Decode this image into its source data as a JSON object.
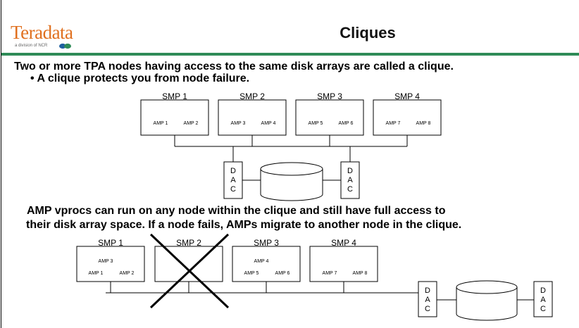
{
  "header": {
    "title": "Cliques",
    "logo_text": "Teradata",
    "logo_tagline": "a division of NCR"
  },
  "text": {
    "line1": "Two or more TPA nodes having access to the same disk arrays are called a clique.",
    "bullet1": "• A clique protects you from node failure.",
    "para1": "AMP vprocs can run on any node within the clique and still have full access to",
    "para2": "their disk array space. If a node fails, AMPs migrate to another node in the clique."
  },
  "top_diagram": {
    "nodes": [
      {
        "label": "SMP 1",
        "amps": [
          "AMP 1",
          "AMP 2"
        ]
      },
      {
        "label": "SMP 2",
        "amps": [
          "AMP 3",
          "AMP 4"
        ]
      },
      {
        "label": "SMP 3",
        "amps": [
          "AMP 5",
          "AMP 6"
        ]
      },
      {
        "label": "SMP 4",
        "amps": [
          "AMP 7",
          "AMP 8"
        ]
      }
    ],
    "dac_left": "DAC",
    "dac_right": "DAC"
  },
  "bottom_diagram": {
    "nodes": [
      {
        "label": "SMP 1",
        "migrated": "AMP 3",
        "amps": [
          "AMP 1",
          "AMP 2"
        ],
        "failed": false
      },
      {
        "label": "SMP 2",
        "migrated": "",
        "amps": [],
        "failed": true
      },
      {
        "label": "SMP 3",
        "migrated": "AMP 4",
        "amps": [
          "AMP 5",
          "AMP 6"
        ],
        "failed": false
      },
      {
        "label": "SMP 4",
        "migrated": "",
        "amps": [
          "AMP 7",
          "AMP 8"
        ],
        "failed": false
      }
    ],
    "dac_left": "DAC",
    "dac_right": "DAC"
  },
  "colors": {
    "logo": "#e0701f",
    "header_rule": "#2e8b57"
  }
}
